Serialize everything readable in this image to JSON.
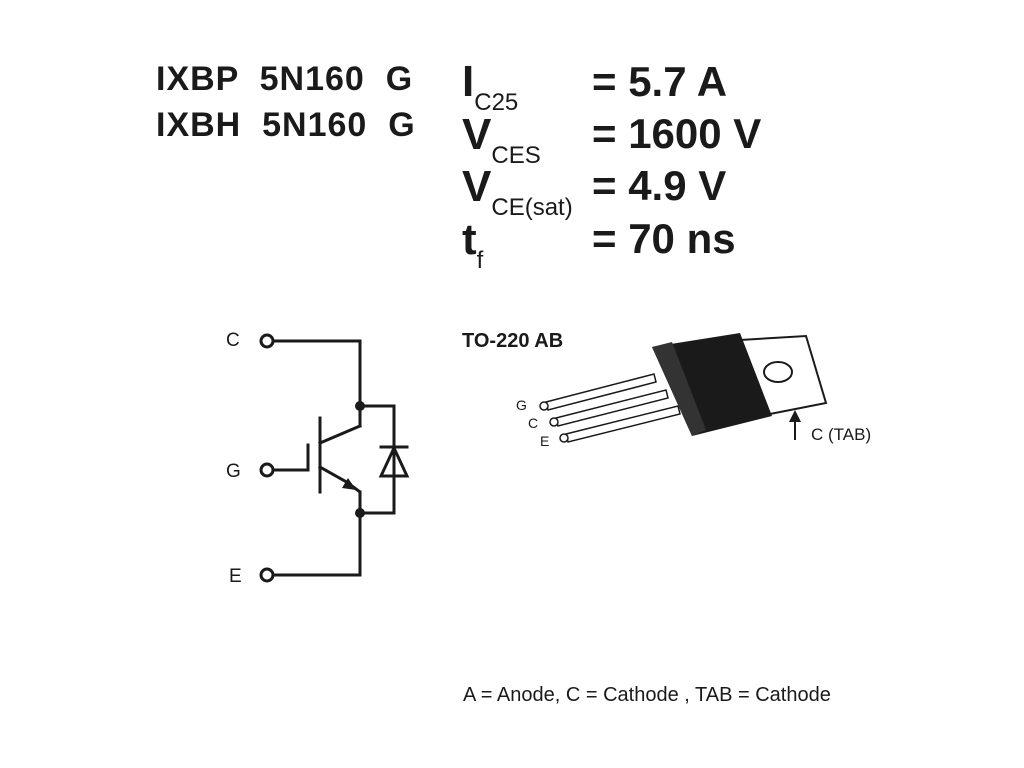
{
  "part_numbers": [
    "IXBP  5N160  G",
    "IXBH  5N160  G"
  ],
  "specs": [
    {
      "symbol": "I",
      "subscript": "C25",
      "value": "= 5.7 A"
    },
    {
      "symbol": "V",
      "subscript": "CES",
      "value": "= 1600 V"
    },
    {
      "symbol": "V",
      "subscript": "CE(sat)",
      "value": "= 4.9 V"
    },
    {
      "symbol": "t",
      "subscript": "f",
      "value": "= 70 ns"
    }
  ],
  "schematic": {
    "pin_c": "C",
    "pin_g": "G",
    "pin_e": "E"
  },
  "package": {
    "title": "TO-220 AB",
    "lead_g": "G",
    "lead_c": "C",
    "lead_e": "E",
    "tab_label": "C (TAB)"
  },
  "footnote": "A = Anode, C = Cathode , TAB = Cathode"
}
